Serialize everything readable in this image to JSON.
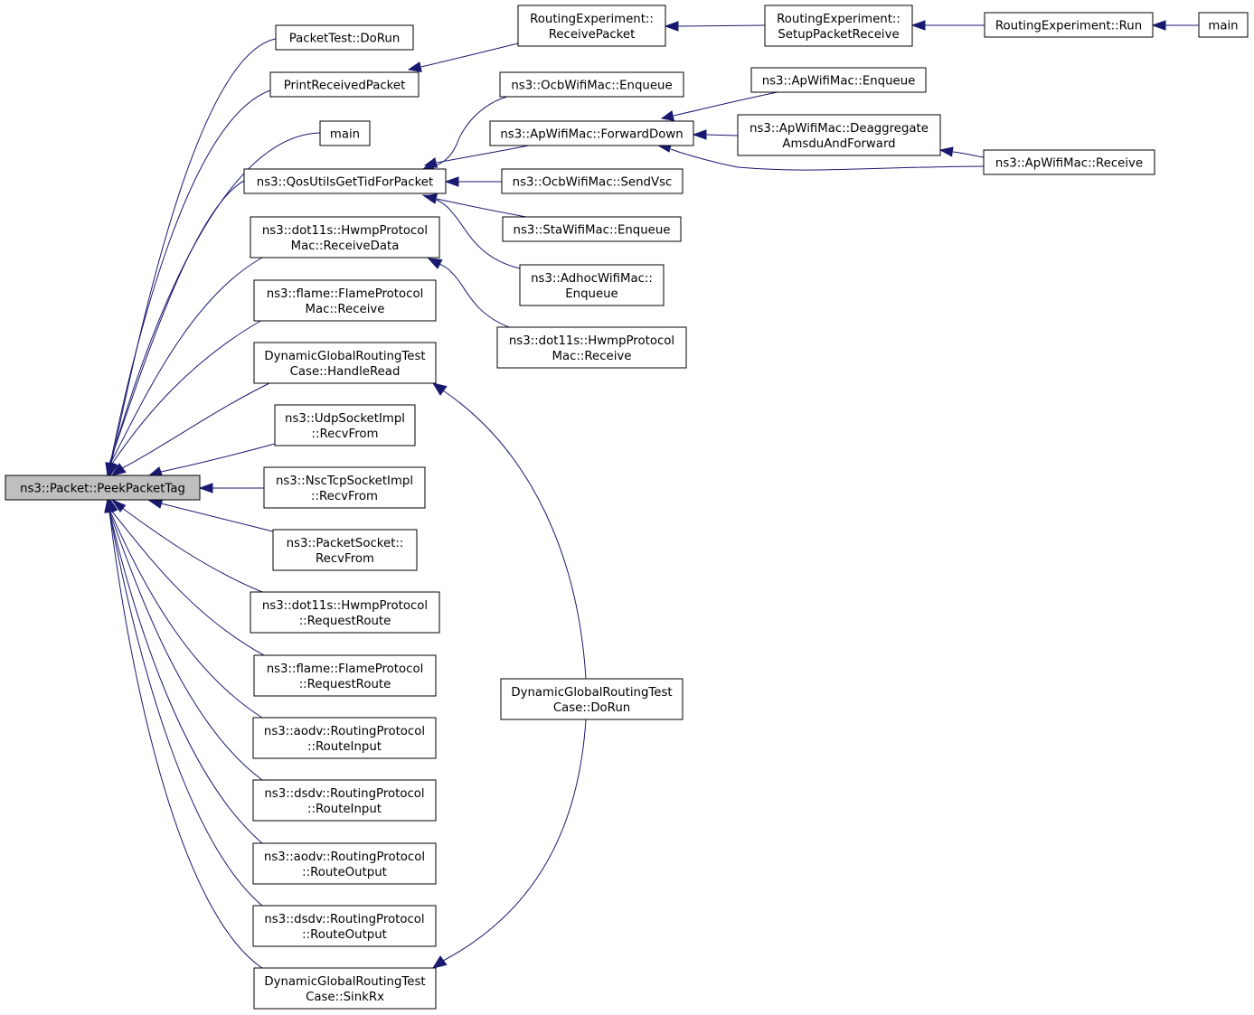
{
  "diagram": {
    "colors": {
      "edge": "#191970",
      "root_fill": "#bfbfbf",
      "node_fill": "#ffffff",
      "border": "#000000"
    },
    "nodes": [
      {
        "id": "peek",
        "lines": [
          "ns3::Packet::PeekPacketTag"
        ],
        "root": true
      },
      {
        "id": "pt_dorun",
        "lines": [
          "PacketTest::DoRun"
        ]
      },
      {
        "id": "printrecv",
        "lines": [
          "PrintReceivedPacket"
        ]
      },
      {
        "id": "main1",
        "lines": [
          "main"
        ]
      },
      {
        "id": "qos",
        "lines": [
          "ns3::QosUtilsGetTidForPacket"
        ]
      },
      {
        "id": "hwmpmac_rd",
        "lines": [
          "ns3::dot11s::HwmpProtocol",
          "Mac::ReceiveData"
        ]
      },
      {
        "id": "flamemac_r",
        "lines": [
          "ns3::flame::FlameProtocol",
          "Mac::Receive"
        ]
      },
      {
        "id": "dgr_hr",
        "lines": [
          "DynamicGlobalRoutingTest",
          "Case::HandleRead"
        ]
      },
      {
        "id": "udp_rf",
        "lines": [
          "ns3::UdpSocketImpl",
          "::RecvFrom"
        ]
      },
      {
        "id": "nsc_rf",
        "lines": [
          "ns3::NscTcpSocketImpl",
          "::RecvFrom"
        ]
      },
      {
        "id": "ps_rf",
        "lines": [
          "ns3::PacketSocket::",
          "RecvFrom"
        ]
      },
      {
        "id": "hwmp_rr",
        "lines": [
          "ns3::dot11s::HwmpProtocol",
          "::RequestRoute"
        ]
      },
      {
        "id": "flame_rr",
        "lines": [
          "ns3::flame::FlameProtocol",
          "::RequestRoute"
        ]
      },
      {
        "id": "aodv_ri",
        "lines": [
          "ns3::aodv::RoutingProtocol",
          "::RouteInput"
        ]
      },
      {
        "id": "dsdv_ri",
        "lines": [
          "ns3::dsdv::RoutingProtocol",
          "::RouteInput"
        ]
      },
      {
        "id": "aodv_ro",
        "lines": [
          "ns3::aodv::RoutingProtocol",
          "::RouteOutput"
        ]
      },
      {
        "id": "dsdv_ro",
        "lines": [
          "ns3::dsdv::RoutingProtocol",
          "::RouteOutput"
        ]
      },
      {
        "id": "dgr_sink",
        "lines": [
          "DynamicGlobalRoutingTest",
          "Case::SinkRx"
        ]
      },
      {
        "id": "re_rp",
        "lines": [
          "RoutingExperiment::",
          "ReceivePacket"
        ]
      },
      {
        "id": "ocb_enq",
        "lines": [
          "ns3::OcbWifiMac::Enqueue"
        ]
      },
      {
        "id": "ap_fd",
        "lines": [
          "ns3::ApWifiMac::ForwardDown"
        ]
      },
      {
        "id": "ocb_vsc",
        "lines": [
          "ns3::OcbWifiMac::SendVsc"
        ]
      },
      {
        "id": "sta_enq",
        "lines": [
          "ns3::StaWifiMac::Enqueue"
        ]
      },
      {
        "id": "adhoc_enq",
        "lines": [
          "ns3::AdhocWifiMac::",
          "Enqueue"
        ]
      },
      {
        "id": "hwmpmac_r",
        "lines": [
          "ns3::dot11s::HwmpProtocol",
          "Mac::Receive"
        ]
      },
      {
        "id": "dgr_dorun",
        "lines": [
          "DynamicGlobalRoutingTest",
          "Case::DoRun"
        ]
      },
      {
        "id": "re_spr",
        "lines": [
          "RoutingExperiment::",
          "SetupPacketReceive"
        ]
      },
      {
        "id": "ap_enq",
        "lines": [
          "ns3::ApWifiMac::Enqueue"
        ]
      },
      {
        "id": "ap_deagg",
        "lines": [
          "ns3::ApWifiMac::Deaggregate",
          "AmsduAndForward"
        ]
      },
      {
        "id": "re_run",
        "lines": [
          "RoutingExperiment::Run"
        ]
      },
      {
        "id": "ap_recv",
        "lines": [
          "ns3::ApWifiMac::Receive"
        ]
      },
      {
        "id": "main2",
        "lines": [
          "main"
        ]
      }
    ]
  }
}
